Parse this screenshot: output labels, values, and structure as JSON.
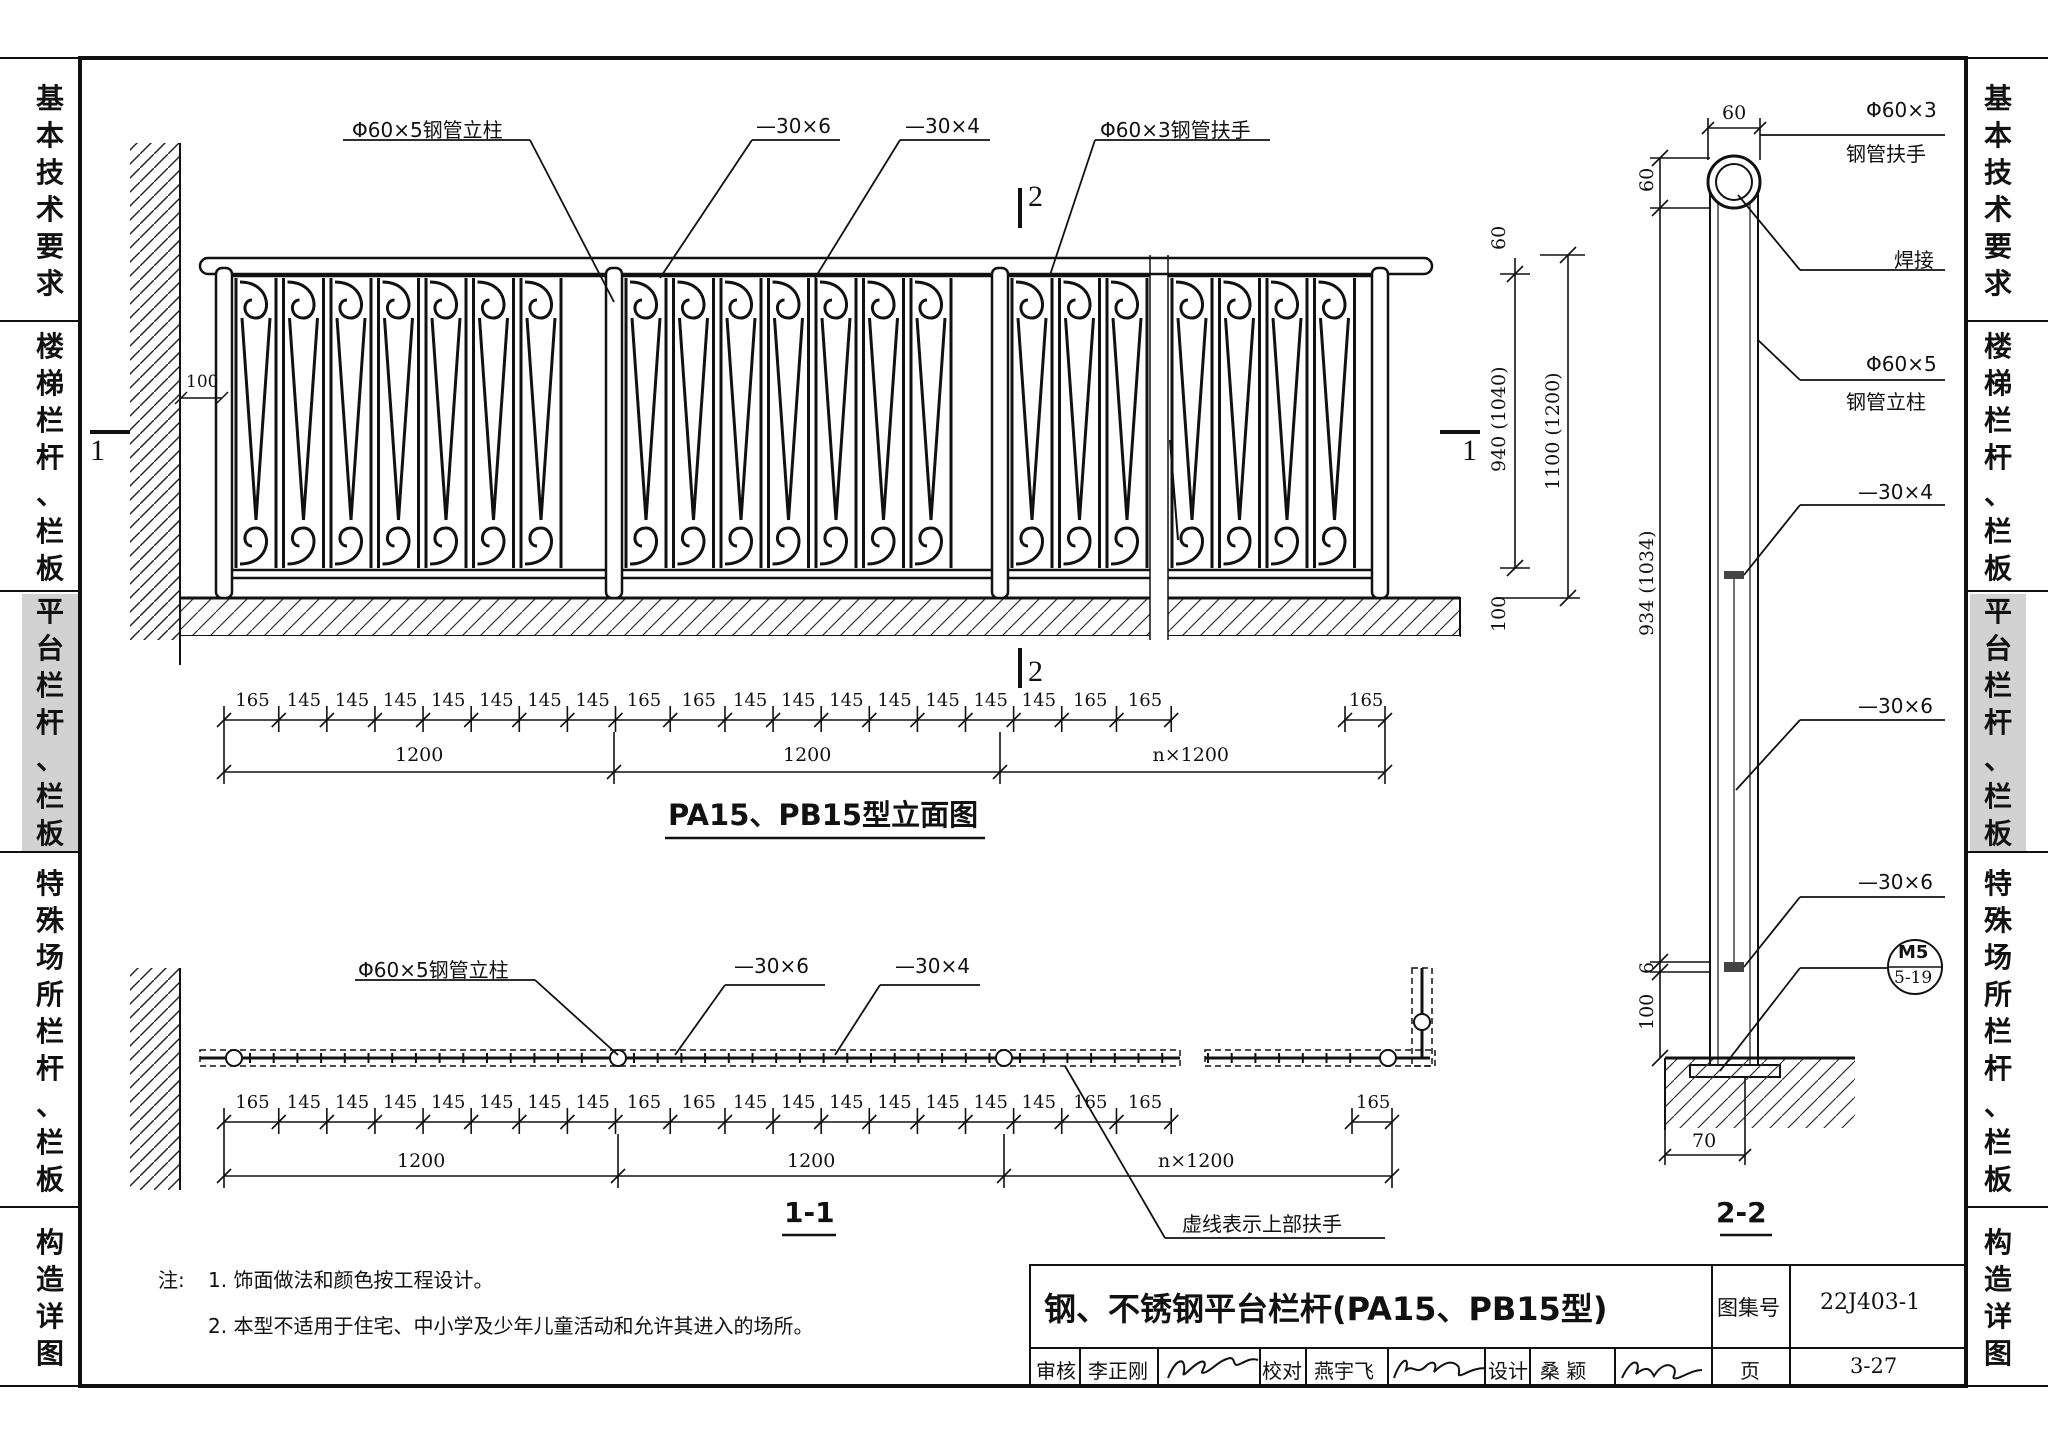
{
  "side_nav_left": [
    {
      "label": "基本技术要求",
      "active": false
    },
    {
      "label": "楼梯栏杆、栏板",
      "active": false
    },
    {
      "label": "平台栏杆、栏板",
      "active": true
    },
    {
      "label": "特殊场所栏杆、栏板",
      "active": false
    },
    {
      "label": "构造详图",
      "active": false
    }
  ],
  "side_nav_right": [
    {
      "label": "基本技术要求",
      "active": false
    },
    {
      "label": "楼梯栏杆、栏板",
      "active": false
    },
    {
      "label": "平台栏杆、栏板",
      "active": true
    },
    {
      "label": "特殊场所栏杆、栏板",
      "active": false
    },
    {
      "label": "构造详图",
      "active": false
    }
  ],
  "elevation": {
    "title": "PA15、PB15型立面图",
    "callouts": {
      "post": "Φ60×5钢管立柱",
      "bar_6": "—30×6",
      "bar_4": "—30×4",
      "handrail": "Φ60×3钢管扶手"
    },
    "section_marks": {
      "cut_1": "1",
      "cut_2": "2"
    },
    "dims": {
      "wall_gap": "100",
      "v60": "60",
      "v940": "940 (1040)",
      "v1100": "1100 (1200)",
      "v100": "100",
      "spacing": [
        "165",
        "145",
        "145",
        "145",
        "145",
        "145",
        "145",
        "145",
        "165",
        "165",
        "145",
        "145",
        "145",
        "145",
        "145",
        "145",
        "145",
        "165",
        "165"
      ],
      "end_spacing": "165",
      "bay": "1200",
      "bay_n": "n×1200"
    }
  },
  "plan": {
    "title": "1-1",
    "callouts": {
      "post": "Φ60×5钢管立柱",
      "bar_6": "—30×6",
      "bar_4": "—30×4"
    },
    "dims": {
      "spacing": [
        "165",
        "145",
        "145",
        "145",
        "145",
        "145",
        "145",
        "145",
        "165",
        "165",
        "145",
        "145",
        "145",
        "145",
        "145",
        "145",
        "145",
        "165",
        "165"
      ],
      "end_spacing": "165",
      "bay": "1200",
      "bay_n": "n×1200"
    },
    "dashed_note": "虚线表示上部扶手"
  },
  "section": {
    "title": "2-2",
    "callouts": {
      "handrail_size": "Φ60×3",
      "handrail_name": "钢管扶手",
      "weld": "焊接",
      "post_size": "Φ60×5",
      "post_name": "钢管立柱",
      "bar_4": "—30×4",
      "bar_6a": "—30×6",
      "bar_6b": "—30×6"
    },
    "detail_ref": {
      "top": "M5",
      "bottom": "5-19"
    },
    "dims": {
      "top60": "60",
      "v60": "60",
      "v934": "934 (1034)",
      "v6": "6",
      "v100": "100",
      "base70": "70"
    }
  },
  "notes": {
    "prefix": "注:",
    "items": [
      "1. 饰面做法和颜色按工程设计。",
      "2. 本型不适用于住宅、中小学及少年儿童活动和允许其进入的场所。"
    ]
  },
  "title_block": {
    "title": "钢、不锈钢平台栏杆(PA15、PB15型)",
    "atlas_label": "图集号",
    "atlas_no": "22J403-1",
    "review_label": "审核",
    "reviewer": "李正刚",
    "check_label": "校对",
    "checker": "燕宇飞",
    "design_label": "设计",
    "designer": "桑 颖",
    "page_label": "页",
    "page_no": "3-27"
  }
}
